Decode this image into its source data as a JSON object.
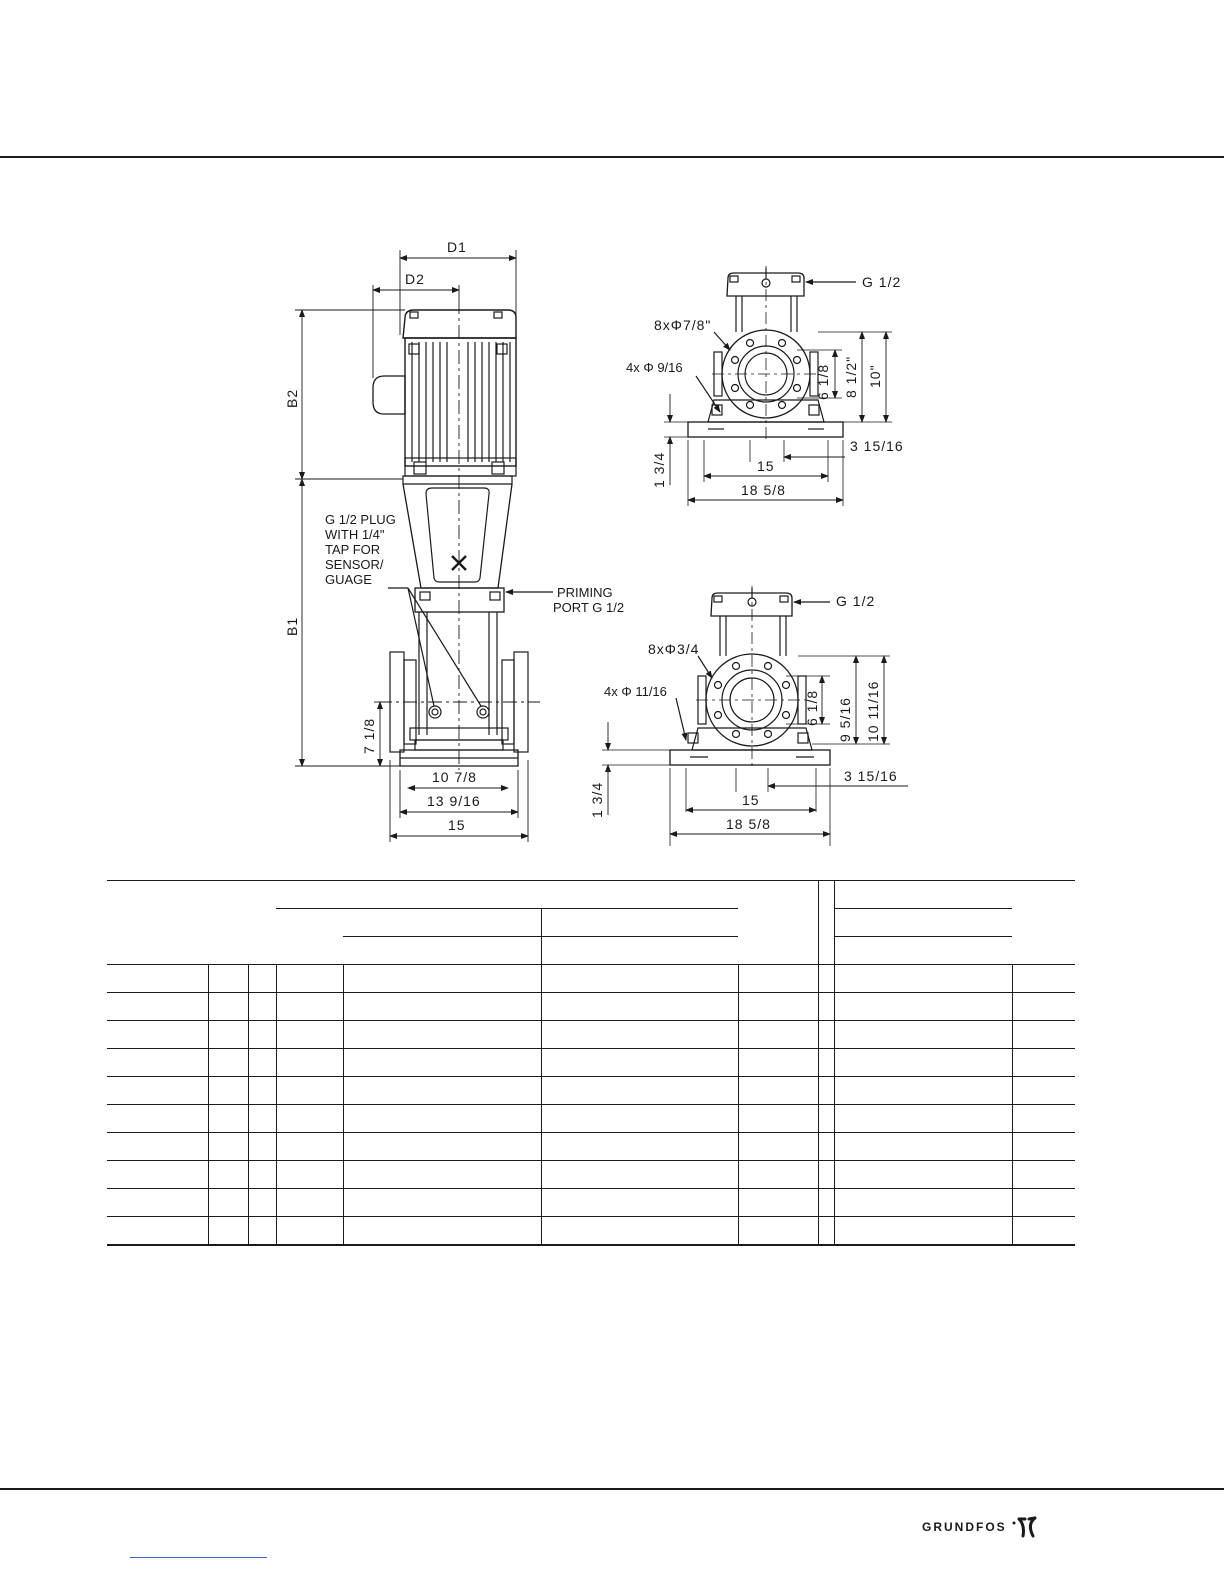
{
  "drawing": {
    "front": {
      "d1": "D1",
      "d2": "D2",
      "b1": "B1",
      "b2": "B2",
      "plug_note": [
        "G 1/2 PLUG",
        "WITH 1/4\"",
        "TAP FOR",
        "SENSOR/",
        "GUAGE"
      ],
      "priming_note": [
        "PRIMING",
        "PORT G 1/2"
      ],
      "h_7_1_8": "7 1/8",
      "w_10_7_8": "10 7/8",
      "w_13_9_16": "13 9/16",
      "w_15": "15"
    },
    "top_view": {
      "g12": "G 1/2",
      "bolts": "8xΦ7/8\"",
      "holes": "4x Φ 9/16",
      "v_6_1_8": "6 1/8",
      "v_8_1_2": "8 1/2\"",
      "v_10": "10\"",
      "h_1_3_4": "1 3/4",
      "d_3_15_16": "3 15/16",
      "w_15": "15",
      "w_18_5_8": "18 5/8"
    },
    "bottom_view": {
      "g12": "G 1/2",
      "bolts": "8xΦ3/4",
      "holes": "4x Φ 11/16",
      "v_6_1_8": "6 1/8",
      "v_9_5_16": "9 5/16",
      "v_10_11_16": "10 11/16",
      "h_1_3_4": "1 3/4",
      "d_3_15_16": "3 15/16",
      "w_15": "15",
      "w_18_5_8": "18 5/8"
    }
  },
  "footer": {
    "brand": "GRUNDFOS"
  }
}
